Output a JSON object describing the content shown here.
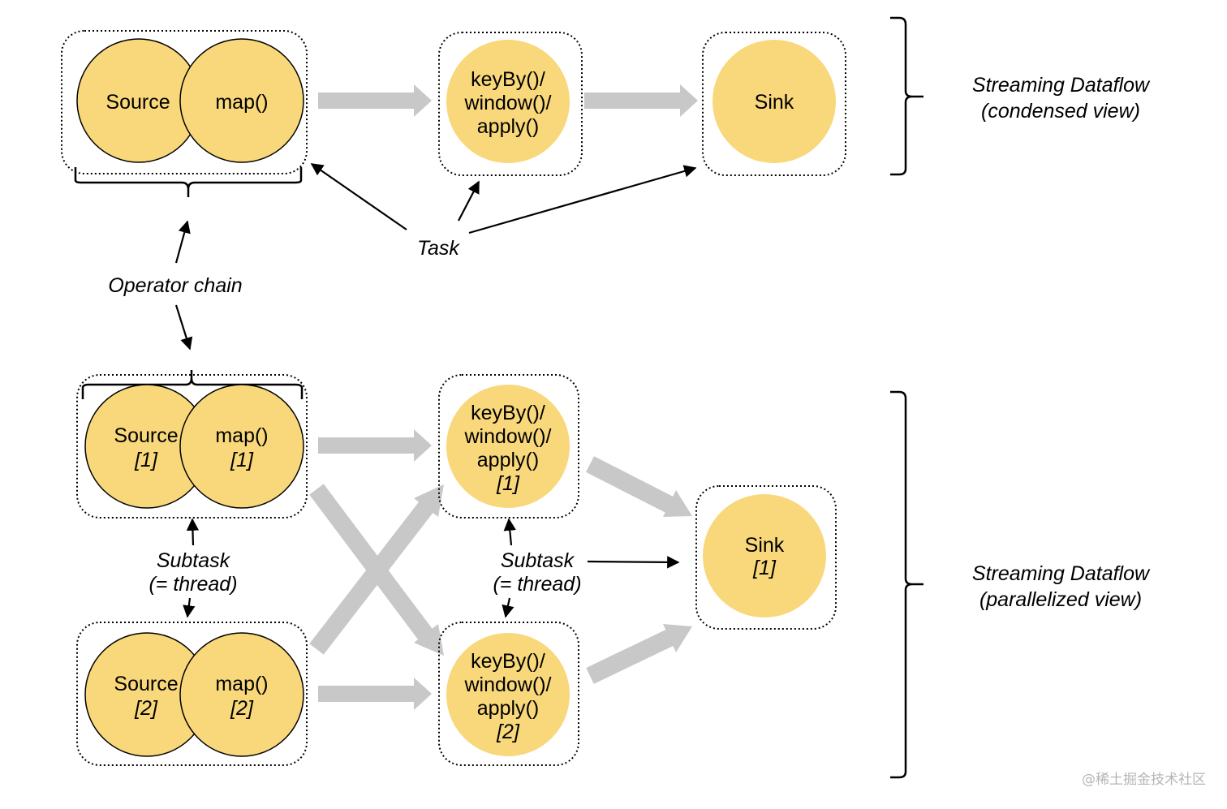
{
  "colors": {
    "operator_fill": "#f8d87a",
    "arrow_gray": "#c8c8c8",
    "stroke": "#000000"
  },
  "condensed": {
    "source": "Source",
    "map": "map()",
    "keyby": [
      "keyBy()/",
      "window()/",
      "apply()"
    ],
    "sink": "Sink",
    "task_label": "Task",
    "title": [
      "Streaming Dataflow",
      "(condensed view)"
    ]
  },
  "operator_chain_label": "Operator chain",
  "parallel": {
    "source1": [
      "Source",
      "[1]"
    ],
    "map1": [
      "map()",
      "[1]"
    ],
    "source2": [
      "Source",
      "[2]"
    ],
    "map2": [
      "map()",
      "[2]"
    ],
    "keyby1": [
      "keyBy()/",
      "window()/",
      "apply()",
      "[1]"
    ],
    "keyby2": [
      "keyBy()/",
      "window()/",
      "apply()",
      "[2]"
    ],
    "sink1": [
      "Sink",
      "[1]"
    ],
    "subtask_left": [
      "Subtask",
      "(= thread)"
    ],
    "subtask_mid": [
      "Subtask",
      "(= thread)"
    ],
    "title": [
      "Streaming Dataflow",
      "(parallelized view)"
    ]
  },
  "watermark": "@稀土掘金技术社区"
}
